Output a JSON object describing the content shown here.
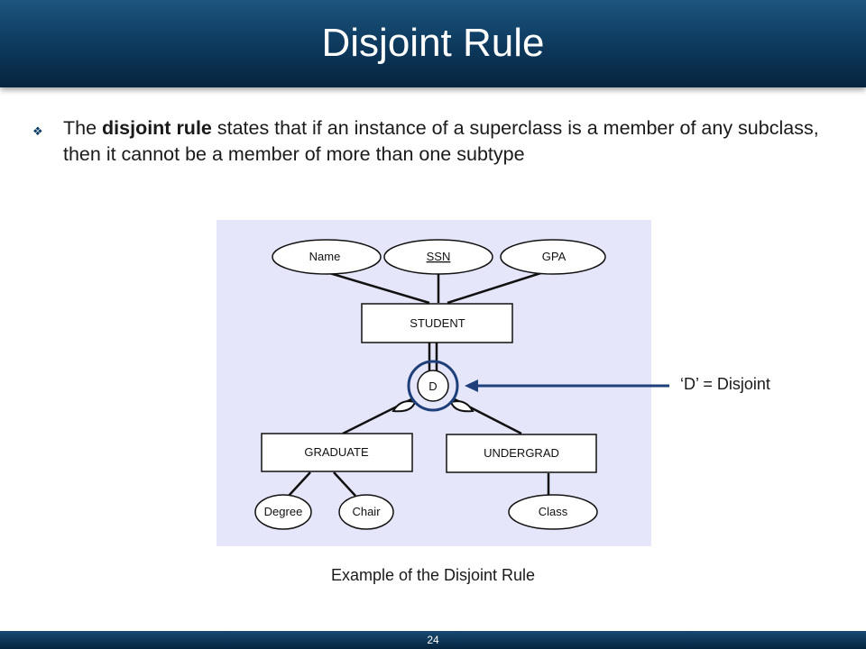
{
  "slide": {
    "title": "Disjoint Rule",
    "page_number": "24",
    "colors": {
      "title_bar": "#0f3d62",
      "diagram_background": "#e6e6fa",
      "highlight_ring": "#1f3f7a"
    }
  },
  "bullet": {
    "icon": "diamond-bullet-icon",
    "text_before": "The ",
    "bold": "disjoint rule",
    "text_after": " states that if an instance of a superclass is a member of any subclass, then it cannot be a member of more than one subtype"
  },
  "diagram": {
    "attributes_top": [
      "Name",
      "SSN",
      "GPA"
    ],
    "superclass": "STUDENT",
    "constraint_symbol": "D",
    "subclasses": [
      "GRADUATE",
      "UNDERGRAD"
    ],
    "graduate_attributes": [
      "Degree",
      "Chair"
    ],
    "undergrad_attributes": [
      "Class"
    ]
  },
  "callout": {
    "label": "‘D’ = Disjoint"
  },
  "caption": "Example of the Disjoint Rule"
}
